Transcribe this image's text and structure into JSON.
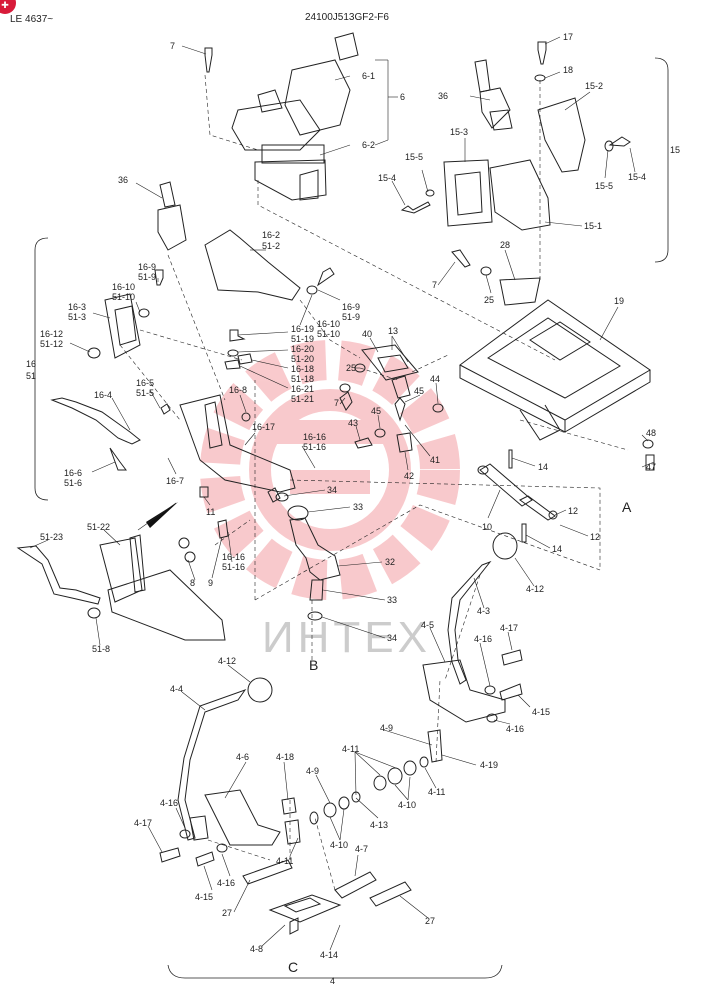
{
  "header": {
    "model_range": "LE 4637~",
    "drawing_code": "24100J513GF2-F6"
  },
  "watermark": {
    "text": "ИНТЕХ",
    "color": "#e8424a"
  },
  "views": {
    "a": "A",
    "b": "B",
    "c": "C"
  },
  "labels": {
    "l_7a": "7",
    "l_6": "6",
    "l_6_1": "6-1",
    "l_6_2": "6-2",
    "l_36a": "36",
    "l_36b": "36",
    "l_17a": "17",
    "l_18": "18",
    "l_15_2": "15-2",
    "l_15": "15",
    "l_15_3": "15-3",
    "l_15_5a": "15-5",
    "l_15_4a": "15-4",
    "l_15_5b": "15-5",
    "l_15_4b": "15-4",
    "l_15_1": "15-1",
    "l_28": "28",
    "l_7b": "7",
    "l_25a": "25",
    "l_19": "19",
    "l_16_2": "16-2",
    "l_51_2": "51-2",
    "l_16_9a": "16-9",
    "l_51_9a": "51-9",
    "l_16_10a": "16-10",
    "l_51_10a": "51-10",
    "l_16_9b": "16-9",
    "l_51_9b": "51-9",
    "l_16_10b": "16-10",
    "l_51_10b": "51-10",
    "l_16_3": "16-3",
    "l_51_3": "51-3",
    "l_16_12": "16-12",
    "l_51_12": "51-12",
    "l_16": "16",
    "l_51": "51",
    "l_16_19": "16-19",
    "l_51_19": "51-19",
    "l_16_20": "16-20",
    "l_51_20": "51-20",
    "l_16_18": "16-18",
    "l_51_18": "51-18",
    "l_16_21": "16-21",
    "l_51_21": "51-21",
    "l_40": "40",
    "l_13": "13",
    "l_25b": "25",
    "l_44": "44",
    "l_45a": "45",
    "l_45b": "45",
    "l_7c": "7",
    "l_43": "43",
    "l_41": "41",
    "l_42": "42",
    "l_16_5": "16-5",
    "l_51_5": "51-5",
    "l_16_8": "16-8",
    "l_16_4": "16-4",
    "l_16_17": "16-17",
    "l_16_16a": "16-16",
    "l_51_16a": "51-16",
    "l_16_6": "16-6",
    "l_51_6": "51-6",
    "l_16_7": "16-7",
    "l_11": "11",
    "l_34a": "34",
    "l_33a": "33",
    "l_10": "10",
    "l_12a": "12",
    "l_14a": "14",
    "l_48": "48",
    "l_47": "47",
    "l_12b": "12",
    "l_14b": "14",
    "l_51_23": "51-23",
    "l_51_22": "51-22",
    "l_8": "8",
    "l_9": "9",
    "l_16_16b": "16-16",
    "l_51_16b": "51-16",
    "l_32": "32",
    "l_33b": "33",
    "l_34b": "34",
    "l_51_8": "51-8",
    "l_4_12a": "4-12",
    "l_4_3": "4-3",
    "l_4_5": "4-5",
    "l_4_16a": "4-16",
    "l_4_17a": "4-17",
    "l_4_15a": "4-15",
    "l_4_16b": "4-16",
    "l_4_12b": "4-12",
    "l_4_4": "4-4",
    "l_4_9a": "4-9",
    "l_4_19": "4-19",
    "l_4_11a": "4-11",
    "l_4_10a": "4-10",
    "l_4_11b": "4-11",
    "l_4_6": "4-6",
    "l_4_18": "4-18",
    "l_4_9b": "4-9",
    "l_4_13": "4-13",
    "l_4_16c": "4-16",
    "l_4_17b": "4-17",
    "l_4_10b": "4-10",
    "l_4_11c": "4-11",
    "l_4_16d": "4-16",
    "l_4_15b": "4-15",
    "l_4_7": "4-7",
    "l_27a": "27",
    "l_27b": "27",
    "l_4_8": "4-8",
    "l_4_14": "4-14",
    "l_4": "4"
  }
}
